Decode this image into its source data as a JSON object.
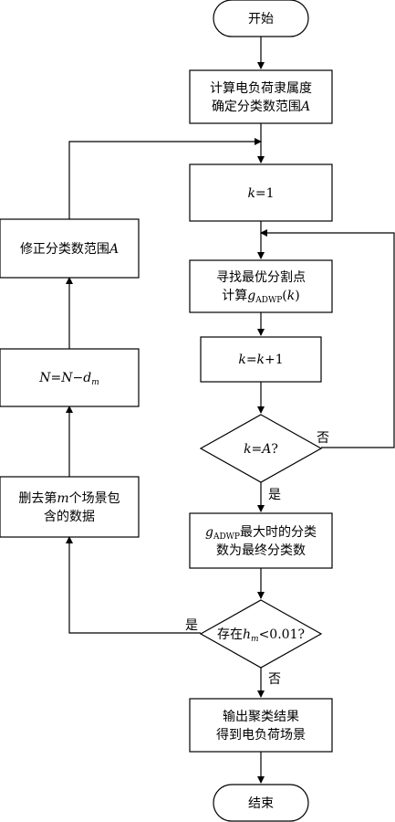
{
  "nodes": {
    "start": {
      "lines": [
        [
          {
            "t": "开始"
          }
        ]
      ]
    },
    "calc_membership": {
      "lines": [
        [
          {
            "t": "计算电负荷隶属度"
          }
        ],
        [
          {
            "t": "确定分类数范围"
          },
          {
            "t": "A",
            "i": true
          }
        ]
      ]
    },
    "k_init": {
      "lines": [
        [
          {
            "t": "k",
            "i": true
          },
          {
            "t": "=1"
          }
        ]
      ]
    },
    "find_split": {
      "lines": [
        [
          {
            "t": "寻找最优分割点"
          }
        ],
        [
          {
            "t": "计算"
          },
          {
            "t": "g",
            "i": true
          },
          {
            "t": "ADWP",
            "sub": true
          },
          {
            "t": "("
          },
          {
            "t": "k",
            "i": true
          },
          {
            "t": ")"
          }
        ]
      ]
    },
    "k_increment": {
      "lines": [
        [
          {
            "t": "k",
            "i": true
          },
          {
            "t": "="
          },
          {
            "t": "k",
            "i": true
          },
          {
            "t": "+1"
          }
        ]
      ]
    },
    "check_k": {
      "lines": [
        [
          {
            "t": "k",
            "i": true
          },
          {
            "t": "="
          },
          {
            "t": "A",
            "i": true
          },
          {
            "t": "?"
          }
        ]
      ]
    },
    "max_class": {
      "lines": [
        [
          {
            "t": "g",
            "i": true
          },
          {
            "t": "ADWP",
            "sub": true
          },
          {
            "t": "最大时的分类"
          }
        ],
        [
          {
            "t": "数为最终分类数"
          }
        ]
      ]
    },
    "check_h": {
      "lines": [
        [
          {
            "t": "存在"
          },
          {
            "t": "h",
            "i": true
          },
          {
            "t": "m",
            "sub": true,
            "i": true
          },
          {
            "t": "<0.01?"
          }
        ]
      ]
    },
    "output": {
      "lines": [
        [
          {
            "t": "输出聚类结果"
          }
        ],
        [
          {
            "t": "得到电负荷场景"
          }
        ]
      ]
    },
    "end": {
      "lines": [
        [
          {
            "t": "结束"
          }
        ]
      ]
    },
    "delete_scene": {
      "lines": [
        [
          {
            "t": "删去第"
          },
          {
            "t": "m",
            "i": true
          },
          {
            "t": "个场景包"
          }
        ],
        [
          {
            "t": "含的数据"
          }
        ]
      ]
    },
    "update_n": {
      "lines": [
        [
          {
            "t": "N",
            "i": true
          },
          {
            "t": "="
          },
          {
            "t": "N",
            "i": true
          },
          {
            "t": "−"
          },
          {
            "t": "d",
            "i": true
          },
          {
            "t": "m",
            "sub": true,
            "i": true
          }
        ]
      ]
    },
    "revise_range": {
      "lines": [
        [
          {
            "t": "修正分类数范围"
          },
          {
            "t": "A",
            "i": true
          }
        ]
      ]
    }
  },
  "edge_labels": {
    "check_k_no": "否",
    "check_k_yes": "是",
    "check_h_yes": "是",
    "check_h_no": "否"
  }
}
